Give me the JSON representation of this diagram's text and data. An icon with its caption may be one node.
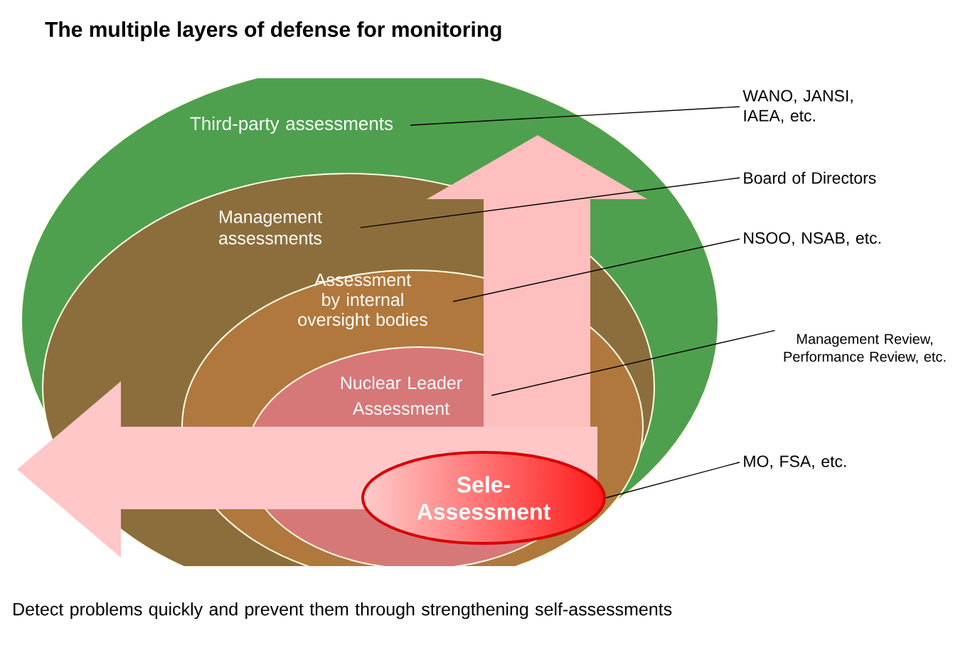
{
  "diagram": {
    "title": "The multiple layers of defense for monitoring",
    "caption": "Detect problems quickly and prevent them through strengthening self-assessments",
    "nodes": [
      {
        "text": [
          "Third-party assessments"
        ]
      },
      {
        "text": [
          "Management assessments"
        ]
      },
      {
        "text": [
          "Assessment by internal oversight bodies"
        ]
      },
      {
        "text": [
          "Nuclear Leader Assessment"
        ]
      },
      {
        "text": [
          "Sele-Assessment"
        ]
      },
      {
        "text": [
          "WANO, JANSI, IAEA, etc."
        ]
      },
      {
        "text": [
          "Board of Directors"
        ]
      },
      {
        "text": [
          "NSOO, NSAB, etc."
        ]
      },
      {
        "text": [
          "Management Review, Performance Review, etc."
        ]
      },
      {
        "text": [
          "MO, FSA, etc."
        ]
      }
    ],
    "edges": [
      {
        "from": 5,
        "to": 0,
        "arrow": "none"
      },
      {
        "from": 6,
        "to": 1,
        "arrow": "none"
      },
      {
        "from": 7,
        "to": 2,
        "arrow": "none"
      },
      {
        "from": 8,
        "to": 3,
        "arrow": "none"
      },
      {
        "from": 9,
        "to": 4,
        "arrow": "none"
      }
    ]
  }
}
